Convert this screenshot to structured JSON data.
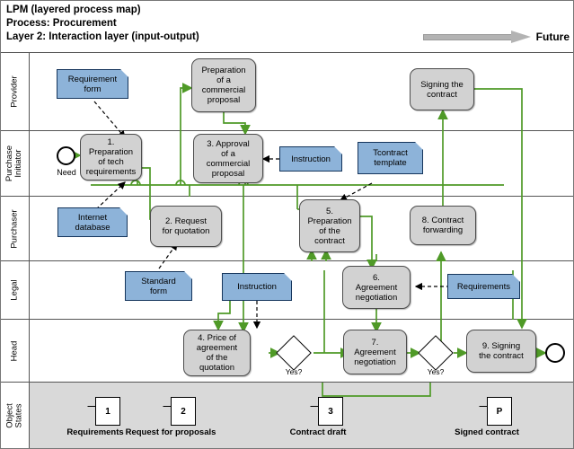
{
  "header": {
    "line1": "LPM (layered process map)",
    "line2": "Process: Procurement",
    "line3": "Layer 2: Interaction layer (input-output)",
    "future_label": "Future",
    "arrow_icon": "right-arrow-icon"
  },
  "lanes": [
    {
      "id": "provider",
      "label": "Provider"
    },
    {
      "id": "initiator",
      "label": "Purchase\nInitiator"
    },
    {
      "id": "purchaser",
      "label": "Purchaser"
    },
    {
      "id": "legal",
      "label": "Legal"
    },
    {
      "id": "head",
      "label": "Head"
    },
    {
      "id": "objstates",
      "label": "Object\nStates"
    }
  ],
  "start_event": {
    "label": "Need"
  },
  "end_event": {
    "label": ""
  },
  "nodes": [
    {
      "id": "requirement-form",
      "lane": "provider",
      "type": "document",
      "label": "Requirement\nform"
    },
    {
      "id": "prep-commercial",
      "lane": "provider",
      "type": "process",
      "label": "Preparation\nof a\ncommercial\nproposal"
    },
    {
      "id": "signing-contract-prov",
      "lane": "provider",
      "type": "process",
      "label": "Signing the\ncontract"
    },
    {
      "id": "task-1",
      "lane": "initiator",
      "type": "process",
      "label": "1.\nPreparation\nof tech\nrequirements"
    },
    {
      "id": "task-3",
      "lane": "initiator",
      "type": "process",
      "label": "3. Approval\nof a\ncommercial\nproposal"
    },
    {
      "id": "instruction-initiator",
      "lane": "initiator",
      "type": "document",
      "label": "Instruction"
    },
    {
      "id": "contract-template",
      "lane": "initiator",
      "type": "document",
      "label": "Tcontract\ntemplate"
    },
    {
      "id": "internet-database",
      "lane": "purchaser",
      "type": "document",
      "label": "Internet\ndatabase"
    },
    {
      "id": "task-2",
      "lane": "purchaser",
      "type": "process",
      "label": "2. Request\nfor quotation"
    },
    {
      "id": "task-5",
      "lane": "purchaser",
      "type": "process",
      "label": "5.\nPreparation\nof the\ncontract"
    },
    {
      "id": "task-8",
      "lane": "purchaser",
      "type": "process",
      "label": "8. Contract\nforwarding"
    },
    {
      "id": "standard-form",
      "lane": "legal",
      "type": "document",
      "label": "Standard\nform"
    },
    {
      "id": "instruction-legal",
      "lane": "legal",
      "type": "document",
      "label": "Instruction"
    },
    {
      "id": "task-6",
      "lane": "legal",
      "type": "process",
      "label": "6.\nAgreement\nnegotiation"
    },
    {
      "id": "requirements-doc",
      "lane": "legal",
      "type": "document",
      "label": "Requirements"
    },
    {
      "id": "task-4",
      "lane": "head",
      "type": "process",
      "label": "4. Price of\nagreement\nof the\nquotation"
    },
    {
      "id": "task-7",
      "lane": "head",
      "type": "process",
      "label": "7.\nAgreement\nnegotiation"
    },
    {
      "id": "task-9",
      "lane": "head",
      "type": "process",
      "label": "9. Signing\nthe contract"
    }
  ],
  "gateways": [
    {
      "id": "gateway-1",
      "lane": "head",
      "label": "Yes?"
    },
    {
      "id": "gateway-2",
      "lane": "head",
      "label": "Yes?"
    }
  ],
  "object_states": [
    {
      "id": "state-1",
      "marker": "1",
      "label": "Requirements"
    },
    {
      "id": "state-2",
      "marker": "2",
      "label": "Request for proposals"
    },
    {
      "id": "state-3",
      "marker": "3",
      "label": "Contract draft"
    },
    {
      "id": "state-p",
      "marker": "P",
      "label": "Signed contract"
    }
  ],
  "colors": {
    "flow_line": "#4f9a27",
    "document_fill": "#8db3d9",
    "document_stroke": "#15355c",
    "process_fill": "#d2d2d2",
    "process_stroke": "#4c4c4c",
    "objstate_band": "#d9d9d9",
    "future_arrow": "#b3b3b3"
  }
}
